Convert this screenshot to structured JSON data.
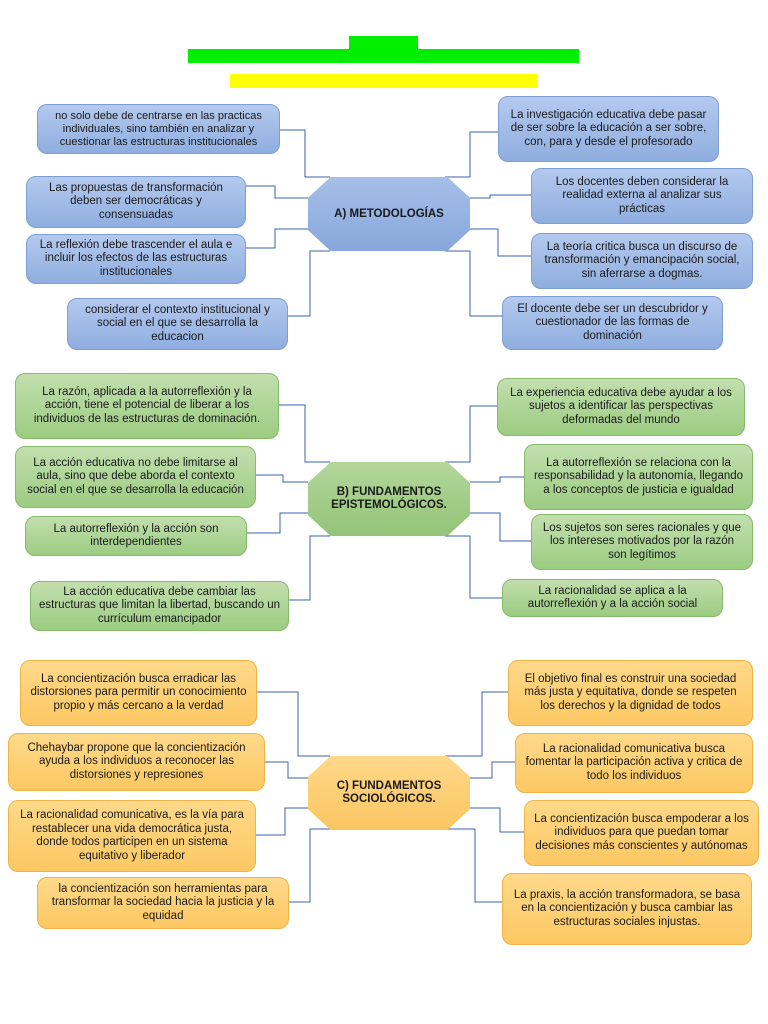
{
  "colors": {
    "top_bar": "#00ee00",
    "sub_bar": "#ffff00",
    "blue": "#9db8e6",
    "green": "#a8d48e",
    "orange": "#fdcd6f",
    "connector": "#3a63b0"
  },
  "sections": {
    "a": {
      "title": "A) METODOLOGÍAS",
      "left": [
        "no solo debe de centrarse en las practicas individuales, sino también en analizar y cuestionar las estructuras institucionales",
        "Las propuestas de transformación deben ser democráticas y consensuadas",
        "La reflexión debe trascender el aula e incluir los efectos de las estructuras institucionales",
        "considerar el contexto institucional y social en el que se desarrolla la educacion"
      ],
      "right": [
        "La investigación educativa debe pasar de ser sobre la educación a ser sobre, con, para y desde el profesorado",
        "Los docentes deben considerar la realidad externa al analizar sus prácticas",
        "La teoría critica busca un discurso de transformación y emancipación social, sin aferrarse a dogmas.",
        "El docente debe ser un descubridor y cuestionador de las formas de dominación"
      ]
    },
    "b": {
      "title": "B) FUNDAMENTOS EPISTEMOLÓGICOS.",
      "left": [
        "La razón, aplicada a la autorreflexión y la acción, tiene el potencial de liberar a los individuos de las estructuras de dominación.",
        "La acción educativa no debe limitarse al aula, sino que debe aborda el contexto social en el que se desarrolla la educación",
        "La autorreflexión y la acción son interdependientes",
        "La acción educativa debe cambiar las estructuras que limitan la libertad, buscando un currículum emancipador"
      ],
      "right": [
        "La experiencia educativa debe ayudar a los sujetos a identificar las perspectivas deformadas del mundo",
        "La autorreflexión se relaciona con la responsabilidad y la autonomía, llegando a los conceptos de justicia e igualdad",
        "Los sujetos son seres racionales y que los intereses motivados por la razón son legítimos",
        "La racionalidad se aplica a la autorreflexión y a la acción social"
      ]
    },
    "c": {
      "title": "C) FUNDAMENTOS SOCIOLÓGICOS.",
      "left": [
        "La concientización busca erradicar las distorsiones para permitir un conocimiento propio y más cercano a la verdad",
        "Chehaybar propone que la concientización ayuda a los individuos a reconocer las distorsiones y represiones",
        "La racionalidad comunicativa, es la vía para restablecer una vida democrática justa, donde todos participen en un sistema equitativo y liberador",
        "la concientización son herramientas para transformar la sociedad hacia la justicia y la equidad"
      ],
      "right": [
        "El objetivo final es construir una sociedad más justa y equitativa, donde se respeten los derechos y la dignidad de todos",
        "La racionalidad comunicativa busca fomentar la participación activa y critica de todo los individuos",
        "La concientización busca empoderar a los individuos para que puedan tomar decisiones más conscientes y autónomas",
        "La praxis, la acción transformadora, se basa en la concientización y busca cambiar las estructuras sociales injustas."
      ]
    }
  }
}
